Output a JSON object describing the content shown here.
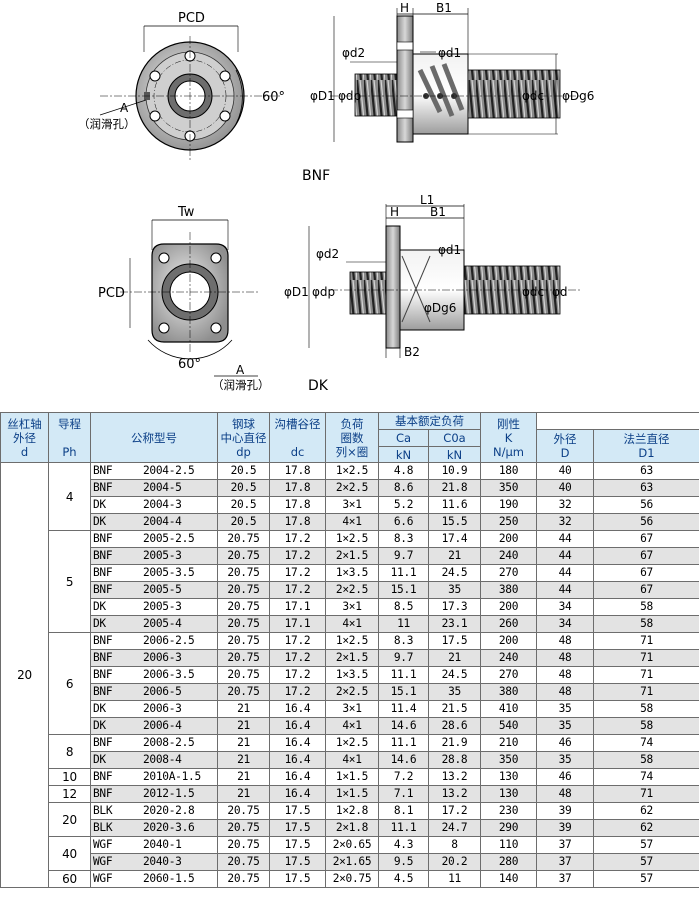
{
  "diagram": {
    "bnf": {
      "caption": "BNF",
      "pcd": "PCD",
      "angle": "60°",
      "lube_label": "A",
      "lube_note": "（润滑孔）",
      "dim_h": "H",
      "dim_b1": "B1",
      "d2": "φd2",
      "d1": "φd1",
      "D1": "φD1",
      "dp": "φdp",
      "dc": "φdc",
      "Dg6": "φDg6"
    },
    "dk": {
      "caption": "DK",
      "tw": "Tw",
      "pcd": "PCD",
      "angle": "60°",
      "lube_label": "A",
      "lube_note": "（润滑孔）",
      "dim_l1": "L1",
      "dim_h": "H",
      "dim_b1": "B1",
      "dim_b2": "B2",
      "d2": "φd2",
      "d1": "φd1",
      "D1": "φD1",
      "dp": "φdp",
      "Dg6": "φDg6",
      "dc": "φdc",
      "d": "φd"
    }
  },
  "table": {
    "headers": {
      "shaft_od": [
        "丝杠轴",
        "外径",
        "d"
      ],
      "lead": [
        "导程",
        "Ph"
      ],
      "model": "公称型号",
      "ball_center": [
        "钢球",
        "中心直径",
        "dp"
      ],
      "groove_root": [
        "沟槽谷径",
        "dc"
      ],
      "load_circuits": [
        "负荷",
        "圈数",
        "列×圈"
      ],
      "rated_load": "基本额定负荷",
      "ca": [
        "Ca",
        "kN"
      ],
      "coa": [
        "C0a",
        "kN"
      ],
      "stiffness": [
        "刚性",
        "K",
        "N/μm"
      ],
      "outer_dia": [
        "外径",
        "D"
      ],
      "flange_dia": [
        "法兰直径",
        "D1"
      ]
    },
    "shaft_od": "20",
    "groups": [
      {
        "lead": "4",
        "rows": [
          {
            "series": "BNF",
            "size": "2004-2.5",
            "dp": "20.5",
            "dc": "17.8",
            "circ": "1×2.5",
            "ca": "4.8",
            "coa": "10.9",
            "k": "180",
            "D": "40",
            "D1": "63"
          },
          {
            "series": "BNF",
            "size": "2004-5",
            "dp": "20.5",
            "dc": "17.8",
            "circ": "2×2.5",
            "ca": "8.6",
            "coa": "21.8",
            "k": "350",
            "D": "40",
            "D1": "63"
          },
          {
            "series": "DK",
            "size": "2004-3",
            "dp": "20.5",
            "dc": "17.8",
            "circ": "3×1",
            "ca": "5.2",
            "coa": "11.6",
            "k": "190",
            "D": "32",
            "D1": "56"
          },
          {
            "series": "DK",
            "size": "2004-4",
            "dp": "20.5",
            "dc": "17.8",
            "circ": "4×1",
            "ca": "6.6",
            "coa": "15.5",
            "k": "250",
            "D": "32",
            "D1": "56"
          }
        ]
      },
      {
        "lead": "5",
        "rows": [
          {
            "series": "BNF",
            "size": "2005-2.5",
            "dp": "20.75",
            "dc": "17.2",
            "circ": "1×2.5",
            "ca": "8.3",
            "coa": "17.4",
            "k": "200",
            "D": "44",
            "D1": "67"
          },
          {
            "series": "BNF",
            "size": "2005-3",
            "dp": "20.75",
            "dc": "17.2",
            "circ": "2×1.5",
            "ca": "9.7",
            "coa": "21",
            "k": "240",
            "D": "44",
            "D1": "67"
          },
          {
            "series": "BNF",
            "size": "2005-3.5",
            "dp": "20.75",
            "dc": "17.2",
            "circ": "1×3.5",
            "ca": "11.1",
            "coa": "24.5",
            "k": "270",
            "D": "44",
            "D1": "67"
          },
          {
            "series": "BNF",
            "size": "2005-5",
            "dp": "20.75",
            "dc": "17.2",
            "circ": "2×2.5",
            "ca": "15.1",
            "coa": "35",
            "k": "380",
            "D": "44",
            "D1": "67"
          },
          {
            "series": "DK",
            "size": "2005-3",
            "dp": "20.75",
            "dc": "17.1",
            "circ": "3×1",
            "ca": "8.5",
            "coa": "17.3",
            "k": "200",
            "D": "34",
            "D1": "58"
          },
          {
            "series": "DK",
            "size": "2005-4",
            "dp": "20.75",
            "dc": "17.1",
            "circ": "4×1",
            "ca": "11",
            "coa": "23.1",
            "k": "260",
            "D": "34",
            "D1": "58"
          }
        ]
      },
      {
        "lead": "6",
        "rows": [
          {
            "series": "BNF",
            "size": "2006-2.5",
            "dp": "20.75",
            "dc": "17.2",
            "circ": "1×2.5",
            "ca": "8.3",
            "coa": "17.5",
            "k": "200",
            "D": "48",
            "D1": "71"
          },
          {
            "series": "BNF",
            "size": "2006-3",
            "dp": "20.75",
            "dc": "17.2",
            "circ": "2×1.5",
            "ca": "9.7",
            "coa": "21",
            "k": "240",
            "D": "48",
            "D1": "71"
          },
          {
            "series": "BNF",
            "size": "2006-3.5",
            "dp": "20.75",
            "dc": "17.2",
            "circ": "1×3.5",
            "ca": "11.1",
            "coa": "24.5",
            "k": "270",
            "D": "48",
            "D1": "71"
          },
          {
            "series": "BNF",
            "size": "2006-5",
            "dp": "20.75",
            "dc": "17.2",
            "circ": "2×2.5",
            "ca": "15.1",
            "coa": "35",
            "k": "380",
            "D": "48",
            "D1": "71"
          },
          {
            "series": "DK",
            "size": "2006-3",
            "dp": "21",
            "dc": "16.4",
            "circ": "3×1",
            "ca": "11.4",
            "coa": "21.5",
            "k": "410",
            "D": "35",
            "D1": "58"
          },
          {
            "series": "DK",
            "size": "2006-4",
            "dp": "21",
            "dc": "16.4",
            "circ": "4×1",
            "ca": "14.6",
            "coa": "28.6",
            "k": "540",
            "D": "35",
            "D1": "58"
          }
        ]
      },
      {
        "lead": "8",
        "rows": [
          {
            "series": "BNF",
            "size": "2008-2.5",
            "dp": "21",
            "dc": "16.4",
            "circ": "1×2.5",
            "ca": "11.1",
            "coa": "21.9",
            "k": "210",
            "D": "46",
            "D1": "74"
          },
          {
            "series": "DK",
            "size": "2008-4",
            "dp": "21",
            "dc": "16.4",
            "circ": "4×1",
            "ca": "14.6",
            "coa": "28.8",
            "k": "350",
            "D": "35",
            "D1": "58"
          }
        ]
      },
      {
        "lead": "10",
        "rows": [
          {
            "series": "BNF",
            "size": "2010A-1.5",
            "dp": "21",
            "dc": "16.4",
            "circ": "1×1.5",
            "ca": "7.2",
            "coa": "13.2",
            "k": "130",
            "D": "46",
            "D1": "74"
          }
        ]
      },
      {
        "lead": "12",
        "rows": [
          {
            "series": "BNF",
            "size": "2012-1.5",
            "dp": "21",
            "dc": "16.4",
            "circ": "1×1.5",
            "ca": "7.1",
            "coa": "13.2",
            "k": "130",
            "D": "48",
            "D1": "71"
          }
        ]
      },
      {
        "lead": "20",
        "rows": [
          {
            "series": "BLK",
            "size": "2020-2.8",
            "dp": "20.75",
            "dc": "17.5",
            "circ": "1×2.8",
            "ca": "8.1",
            "coa": "17.2",
            "k": "230",
            "D": "39",
            "D1": "62"
          },
          {
            "series": "BLK",
            "size": "2020-3.6",
            "dp": "20.75",
            "dc": "17.5",
            "circ": "2×1.8",
            "ca": "11.1",
            "coa": "24.7",
            "k": "290",
            "D": "39",
            "D1": "62"
          }
        ]
      },
      {
        "lead": "40",
        "rows": [
          {
            "series": "WGF",
            "size": "2040-1",
            "dp": "20.75",
            "dc": "17.5",
            "circ": "2×0.65",
            "ca": "4.3",
            "coa": "8",
            "k": "110",
            "D": "37",
            "D1": "57"
          },
          {
            "series": "WGF",
            "size": "2040-3",
            "dp": "20.75",
            "dc": "17.5",
            "circ": "2×1.65",
            "ca": "9.5",
            "coa": "20.2",
            "k": "280",
            "D": "37",
            "D1": "57"
          }
        ]
      },
      {
        "lead": "60",
        "rows": [
          {
            "series": "WGF",
            "size": "2060-1.5",
            "dp": "20.75",
            "dc": "17.5",
            "circ": "2×0.75",
            "ca": "4.5",
            "coa": "11",
            "k": "140",
            "D": "37",
            "D1": "57"
          }
        ]
      }
    ]
  }
}
